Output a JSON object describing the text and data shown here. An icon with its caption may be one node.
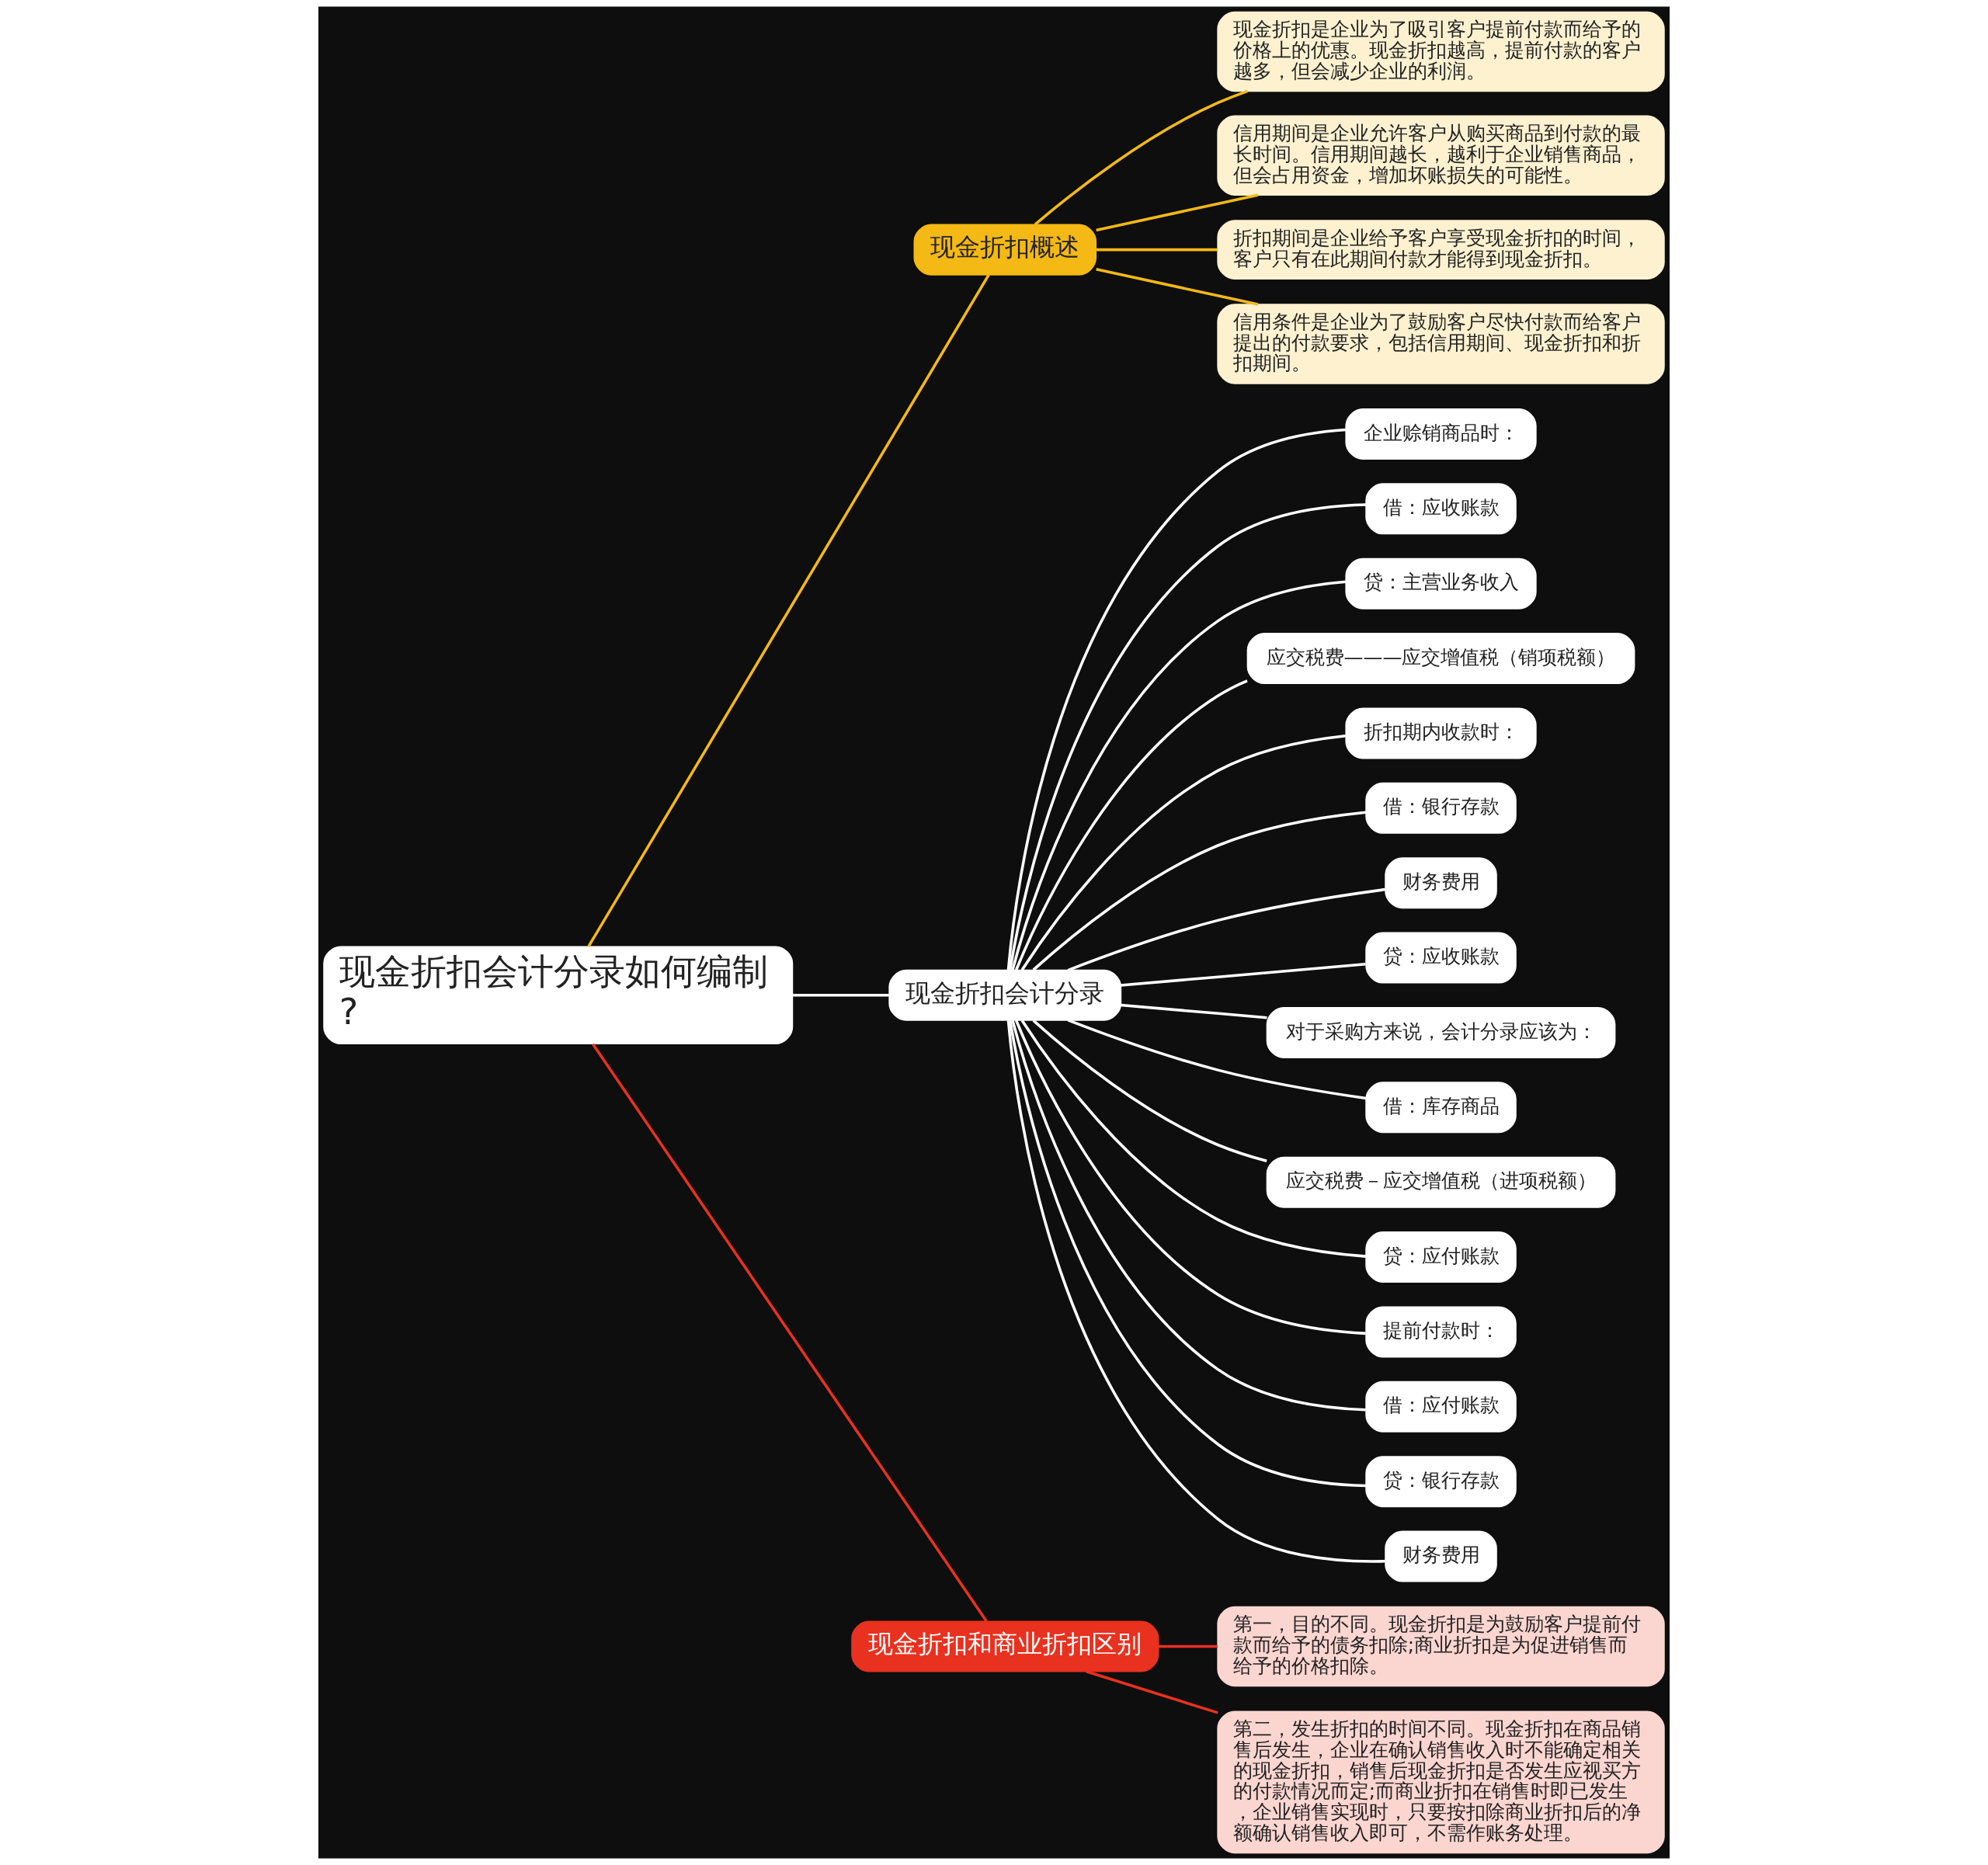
{
  "diagram": {
    "nodes": [
      {
        "text": [
          "现金折扣会计分录如何编制?"
        ]
      },
      {
        "text": [
          "现金折扣概述"
        ]
      },
      {
        "text": [
          "现金折扣是企业为了吸引客户提前付款而给予的价格上的优惠。现金折扣越高，提前付款的客户越多，但会减少企业的利润。"
        ]
      },
      {
        "text": [
          "信用期间是企业允许客户从购买商品到付款的最长时间。信用期间越长，越利于企业销售商品，但会占用资金，增加坏账损失的可能性。"
        ]
      },
      {
        "text": [
          "折扣期间是企业给予客户享受现金折扣的时间，客户只有在此期间付款才能得到现金折扣。"
        ]
      },
      {
        "text": [
          "信用条件是企业为了鼓励客户尽快付款而给客户提出的付款要求，包括信用期间、现金折扣和折扣期间。"
        ]
      },
      {
        "text": [
          "现金折扣会计分录"
        ]
      },
      {
        "text": [
          "企业赊销商品时："
        ]
      },
      {
        "text": [
          "借：应收账款"
        ]
      },
      {
        "text": [
          "贷：主营业务收入"
        ]
      },
      {
        "text": [
          "应交税费———应交增值税（销项税额）"
        ]
      },
      {
        "text": [
          "折扣期内收款时："
        ]
      },
      {
        "text": [
          "借：银行存款"
        ]
      },
      {
        "text": [
          "财务费用"
        ]
      },
      {
        "text": [
          "贷：应收账款"
        ]
      },
      {
        "text": [
          "对于采购方来说，会计分录应该为："
        ]
      },
      {
        "text": [
          "借：库存商品"
        ]
      },
      {
        "text": [
          "应交税费－应交增值税（进项税额）"
        ]
      },
      {
        "text": [
          "贷：应付账款"
        ]
      },
      {
        "text": [
          "提前付款时："
        ]
      },
      {
        "text": [
          "借：应付账款"
        ]
      },
      {
        "text": [
          "贷：银行存款"
        ]
      },
      {
        "text": [
          "财务费用"
        ]
      },
      {
        "text": [
          "现金折扣和商业折扣区别"
        ]
      },
      {
        "text": [
          "第一，目的不同。现金折扣是为鼓励客户提前付款而给予的债务扣除;商业折扣是为促进销售而给予的价格扣除。"
        ]
      },
      {
        "text": [
          "第二，发生折扣的时间不同。现金折扣在商品销售后发生，企业在确认销售收入时不能确定相关的现金折扣，销售后现金折扣是否发生应视买方的付款情况而定;而商业折扣在销售时即已发生，企业销售实现时，只要按扣除商业折扣后的净额确认销售收入即可，不需作账务处理。"
        ]
      }
    ],
    "edges": [
      {
        "from": 0,
        "to": 1,
        "arrow": "none",
        "color": "#f5b915"
      },
      {
        "from": 1,
        "to": 2,
        "arrow": "none",
        "color": "#f5b915"
      },
      {
        "from": 1,
        "to": 3,
        "arrow": "none",
        "color": "#f5b915"
      },
      {
        "from": 1,
        "to": 4,
        "arrow": "none",
        "color": "#f5b915"
      },
      {
        "from": 1,
        "to": 5,
        "arrow": "none",
        "color": "#f5b915"
      },
      {
        "from": 0,
        "to": 6,
        "arrow": "none"
      },
      {
        "from": 6,
        "to": 7,
        "arrow": "none"
      },
      {
        "from": 6,
        "to": 8,
        "arrow": "none"
      },
      {
        "from": 6,
        "to": 9,
        "arrow": "none"
      },
      {
        "from": 6,
        "to": 10,
        "arrow": "none"
      },
      {
        "from": 6,
        "to": 11,
        "arrow": "none"
      },
      {
        "from": 6,
        "to": 12,
        "arrow": "none"
      },
      {
        "from": 6,
        "to": 13,
        "arrow": "none"
      },
      {
        "from": 6,
        "to": 14,
        "arrow": "none"
      },
      {
        "from": 6,
        "to": 15,
        "arrow": "none"
      },
      {
        "from": 6,
        "to": 16,
        "arrow": "none"
      },
      {
        "from": 6,
        "to": 17,
        "arrow": "none"
      },
      {
        "from": 6,
        "to": 18,
        "arrow": "none"
      },
      {
        "from": 6,
        "to": 19,
        "arrow": "none"
      },
      {
        "from": 6,
        "to": 20,
        "arrow": "none"
      },
      {
        "from": 6,
        "to": 21,
        "arrow": "none"
      },
      {
        "from": 6,
        "to": 22,
        "arrow": "none"
      },
      {
        "from": 0,
        "to": 23,
        "arrow": "none",
        "color": "#e8311f"
      },
      {
        "from": 23,
        "to": 24,
        "arrow": "none",
        "color": "#e8311f"
      },
      {
        "from": 23,
        "to": 25,
        "arrow": "none",
        "color": "#e8311f"
      }
    ]
  }
}
